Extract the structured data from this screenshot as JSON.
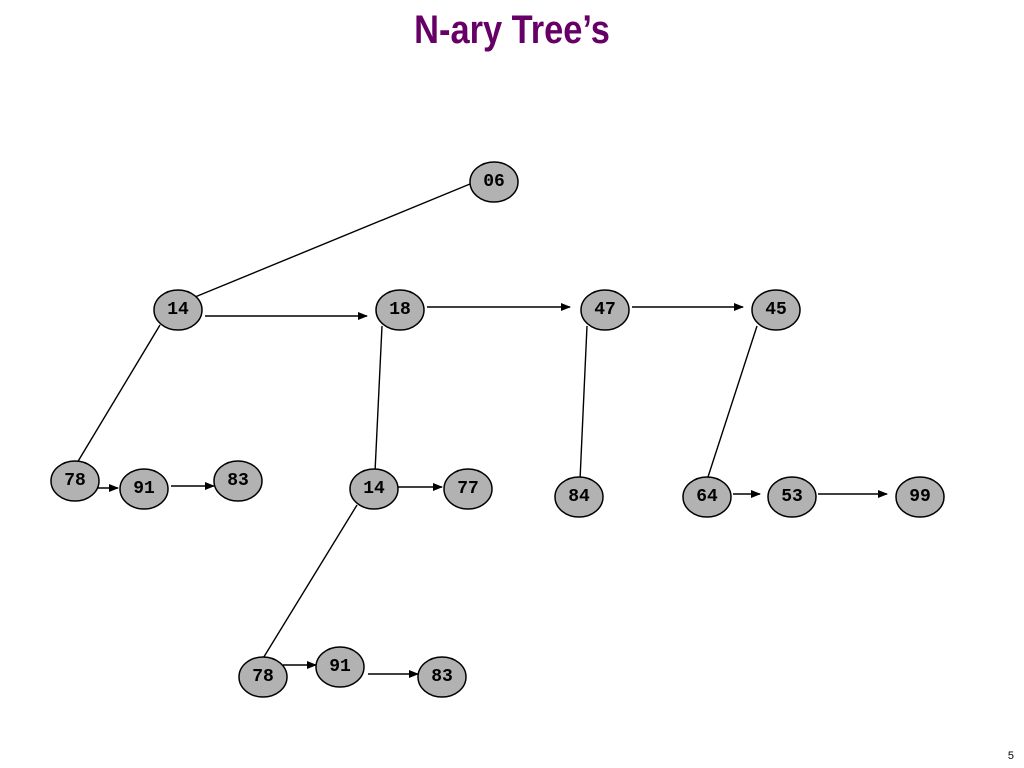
{
  "slide": {
    "title": "N-ary Tree’s",
    "page_number": "5"
  },
  "nodes": {
    "root": "06",
    "l1_a": "14",
    "l1_b": "18",
    "l1_c": "47",
    "l1_d": "45",
    "l2_a1": "78",
    "l2_a2": "91",
    "l2_a3": "83",
    "l2_b1": "14",
    "l2_b2": "77",
    "l2_c1": "84",
    "l2_d1": "64",
    "l2_d2": "53",
    "l2_d3": "99",
    "l3_1": "78",
    "l3_2": "91",
    "l3_3": "83"
  }
}
